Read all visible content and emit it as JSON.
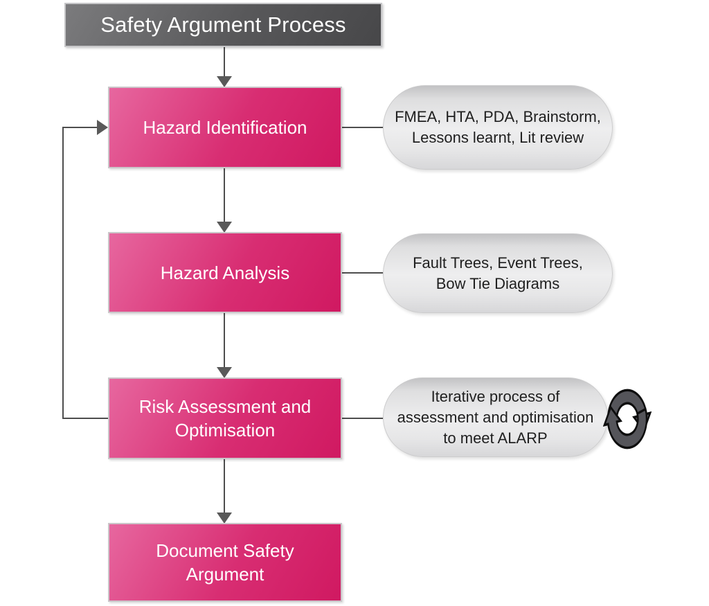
{
  "diagram": {
    "title": "Safety Argument Process",
    "steps": [
      {
        "name": "hazard-identification",
        "lines": [
          "Hazard Identification"
        ]
      },
      {
        "name": "hazard-analysis",
        "lines": [
          "Hazard Analysis"
        ]
      },
      {
        "name": "risk-assessment-and-optimisation",
        "lines": [
          "Risk Assessment and",
          "Optimisation"
        ]
      },
      {
        "name": "document-safety-argument",
        "lines": [
          "Document Safety",
          "Argument"
        ]
      }
    ],
    "notes": [
      {
        "name": "hazard-identification-methods",
        "lines": [
          "FMEA, HTA, PDA, Brainstorm,",
          "Lessons learnt, Lit review"
        ]
      },
      {
        "name": "hazard-analysis-methods",
        "lines": [
          "Fault Trees, Event Trees,",
          "Bow Tie Diagrams"
        ]
      },
      {
        "name": "risk-assessment-note",
        "lines": [
          "Iterative process of",
          "assessment and optimisation",
          "to meet ALARP"
        ]
      }
    ],
    "icons": [
      {
        "name": "cycle-arrows-icon"
      }
    ],
    "colors": {
      "step_gradient_start": "#e7679f",
      "step_gradient_mid": "#d82d72",
      "step_gradient_end": "#d01961",
      "title_gradient_start": "#7b7b7d",
      "title_gradient_mid": "#58585a",
      "title_gradient_end": "#474749",
      "note_gradient_top": "#c2c2c4",
      "note_gradient_mid": "#eeeeef",
      "note_gradient_bottom": "#d7d7d9",
      "connector": "#595959",
      "icon_fill": "#55555a",
      "icon_outline": "#0e0e0e",
      "step_text": "#ffffff",
      "note_text": "#1f1f1f",
      "title_text": "#ffffff",
      "border_light": "#cbc5c9"
    }
  }
}
